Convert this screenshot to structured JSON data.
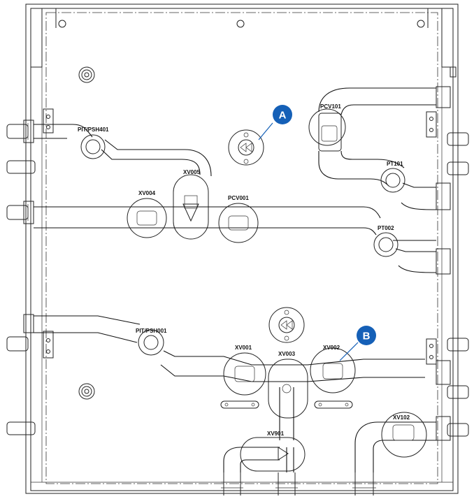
{
  "callouts": {
    "a": {
      "letter": "A",
      "color": "#1560b7"
    },
    "b": {
      "letter": "B",
      "color": "#1560b7"
    }
  },
  "tags": {
    "pit_psh401": "PIT/PSH401",
    "pcv101": "PCV101",
    "pt101": "PT101",
    "xv005": "XV005",
    "xv004": "XV004",
    "pcv001": "PCV001",
    "pt002": "PT002",
    "pit_psh001": "PIT/PSH001",
    "xv001": "XV001",
    "xv003": "XV003",
    "xv002": "XV002",
    "xv901": "XV901",
    "xv102": "XV102"
  }
}
